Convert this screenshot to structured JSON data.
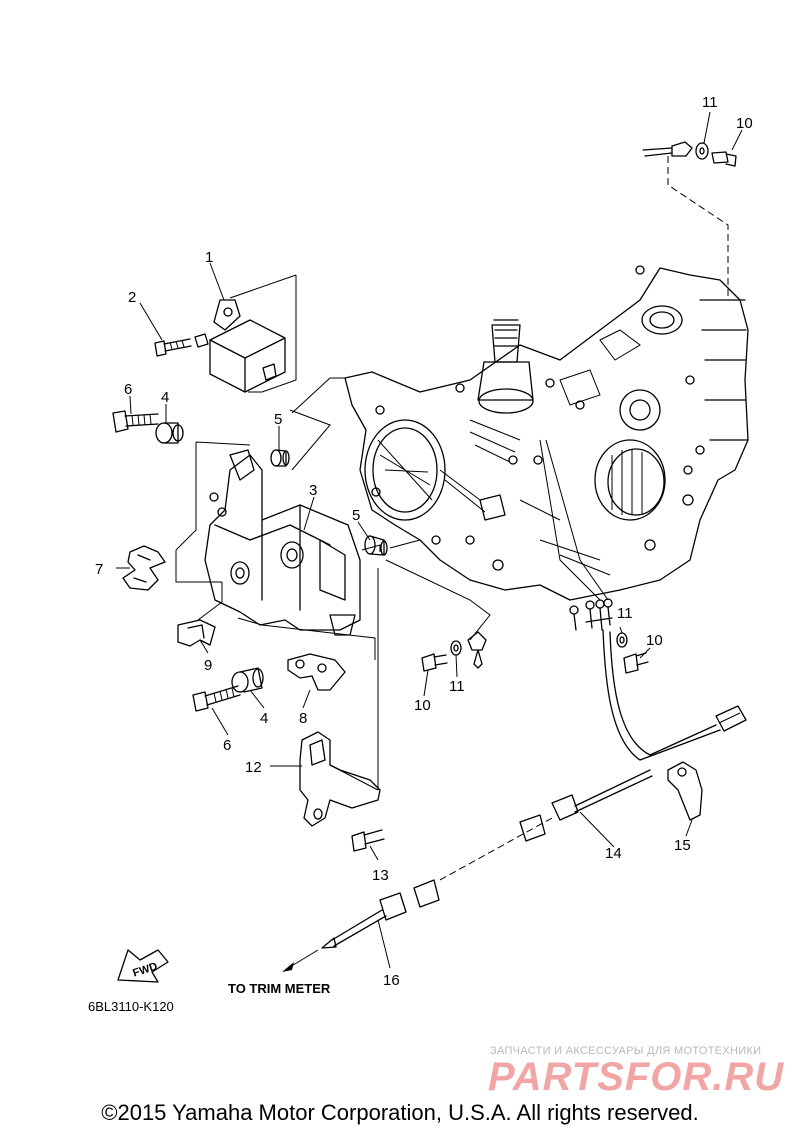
{
  "callouts": {
    "c1": "1",
    "c2": "2",
    "c3": "3",
    "c4a": "4",
    "c4b": "4",
    "c5a": "5",
    "c5b": "5",
    "c6a": "6",
    "c6b": "6",
    "c7": "7",
    "c8": "8",
    "c9": "9",
    "c10a": "10",
    "c10b": "10",
    "c10c": "10",
    "c11a": "11",
    "c11b": "11",
    "c11c": "11",
    "c12": "12",
    "c13": "13",
    "c14": "14",
    "c15": "15",
    "c16": "16"
  },
  "labels": {
    "to_trim_meter": "TO TRIM METER",
    "fwd": "FWD",
    "diagram_code": "6BL3110-K120"
  },
  "watermark": {
    "tagline": "ЗАПЧАСТИ И АКСЕССУАРЫ ДЛЯ МОТОТЕХНИКИ",
    "brand": "PARTSFOR.RU"
  },
  "footer": {
    "copyright": "©2015 Yamaha Motor Corporation, U.S.A. All rights reserved."
  },
  "colors": {
    "line": "#000000",
    "watermark_brand": "#f2a5a5",
    "watermark_text": "#b9b9b9"
  }
}
